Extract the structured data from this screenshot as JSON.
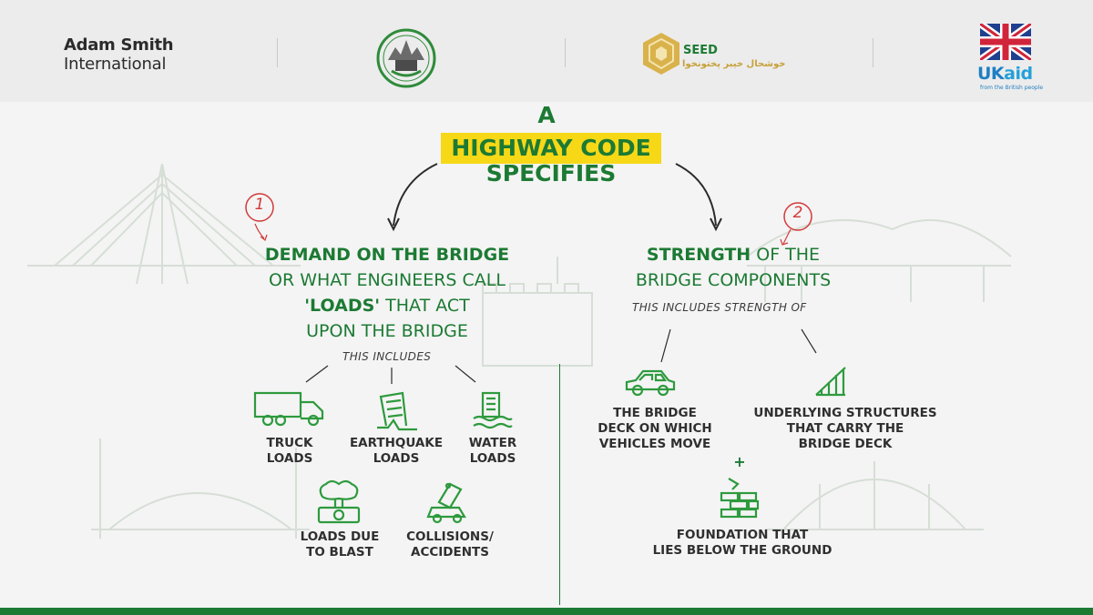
{
  "header": {
    "asi_line1": "Adam Smith",
    "asi_line2": "International",
    "seed_name": "SEED",
    "seed_urdu": "خوشحال خیبر پختونخوا",
    "ukaid_uk": "UK",
    "ukaid_aid": "aid",
    "ukaid_sub": "from the British people"
  },
  "title": {
    "line1": "A",
    "line2": "HIGHWAY CODE",
    "line3": "SPECIFIES"
  },
  "left": {
    "number": "1",
    "heading_bold": "DEMAND ON THE BRIDGE",
    "heading_line2": "OR WHAT ENGINEERS CALL",
    "heading_loads": "'LOADS'",
    "heading_act": " THAT ACT",
    "heading_line4": "UPON THE BRIDGE",
    "includes": "THIS INCLUDES",
    "items": [
      {
        "l1": "TRUCK",
        "l2": "LOADS"
      },
      {
        "l1": "EARTHQUAKE",
        "l2": "LOADS"
      },
      {
        "l1": "WATER",
        "l2": "LOADS"
      },
      {
        "l1": "LOADS DUE",
        "l2": "TO BLAST"
      },
      {
        "l1": "COLLISIONS/",
        "l2": "ACCIDENTS"
      }
    ]
  },
  "right": {
    "number": "2",
    "heading_bold": "STRENGTH",
    "heading_rest": " OF THE",
    "heading_line2": "BRIDGE COMPONENTS",
    "includes": "THIS INCLUDES STRENGTH OF",
    "items": [
      {
        "l1": "THE BRIDGE",
        "l2": "DECK ON WHICH",
        "l3": "VEHICLES MOVE"
      },
      {
        "l1": "UNDERLYING STRUCTURES",
        "l2": "THAT CARRY THE",
        "l3": "BRIDGE DECK"
      },
      {
        "l1": "FOUNDATION THAT",
        "l2": "LIES BELOW THE GROUND"
      }
    ],
    "plus": "+"
  },
  "colors": {
    "green": "#1c7a33",
    "yellow": "#f6d817",
    "red": "#d23a3a"
  }
}
